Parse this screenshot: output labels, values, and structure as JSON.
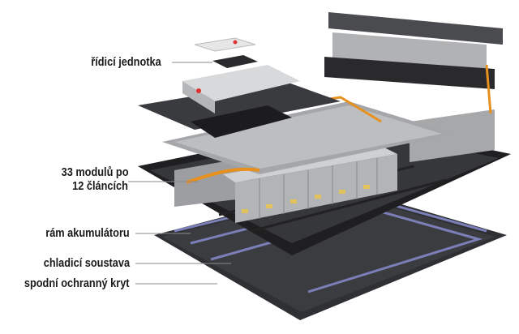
{
  "labels": {
    "control_unit": "řídicí jednotka",
    "modules_line1": "33 modulů po",
    "modules_line2": "12 článcích",
    "frame": "rám akumulátoru",
    "cooling": "chladicí soustava",
    "bottom_cover": "spodní ochranný kryt"
  },
  "colors": {
    "dark_metal": "#2b2b2e",
    "module_gray": "#a9abad",
    "cooling_blue": "#7a7fb8",
    "copper_orange": "#e8901e",
    "label_text": "#1a1a1a",
    "leader_line": "#8a8a8a"
  }
}
